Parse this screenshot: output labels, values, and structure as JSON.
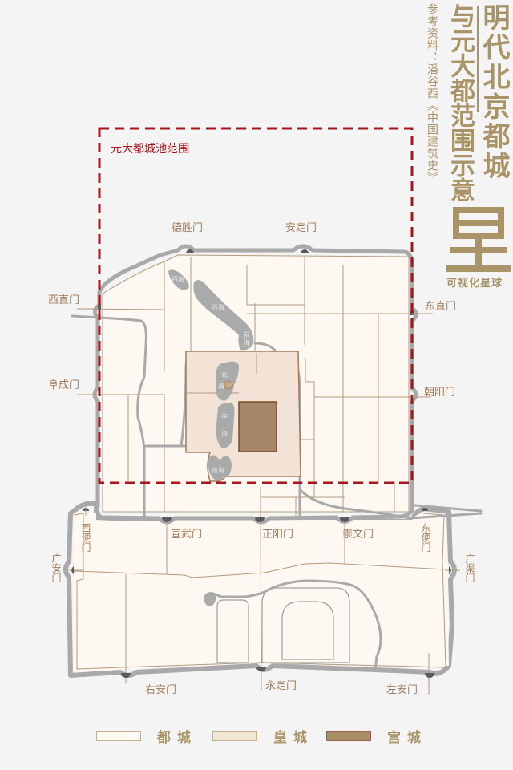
{
  "title": {
    "main": "明代北京都城",
    "sub": "与元大都范围示意",
    "reference": "参考资料：潘谷西《中国建筑史》",
    "brand_glyph": "星",
    "brand_name": "可视化星球"
  },
  "yuan_dadu": {
    "label": "元大都城池范围",
    "color": "#a8161b"
  },
  "gates": {
    "desheng": "德胜门",
    "anding": "安定门",
    "xizhi": "西直门",
    "dongzhi": "东直门",
    "fucheng": "阜成门",
    "chaoyang": "朝阳门",
    "xuanwu": "宣武门",
    "zhengyang": "正阳门",
    "chongwen": "崇文门",
    "xibian": "西便门",
    "dongbian": "东便门",
    "guangan": "广安门",
    "guangqu": "广渠门",
    "youan": "右安门",
    "yongding": "永定门",
    "zuoan": "左安门"
  },
  "lakes": {
    "xihai": "西海",
    "houhai": "后海",
    "qianhai_1": "前",
    "qianhai_2": "海",
    "beihai_1": "北",
    "beihai_2": "海",
    "zhonghai_1": "中",
    "zhonghai_2": "海",
    "nanhai": "南海"
  },
  "legend": [
    {
      "label": "都城",
      "fill": "#fdf8f2",
      "stroke": "#c4b08a"
    },
    {
      "label": "皇城",
      "fill": "#f2e6d4",
      "stroke": "#c4b08a"
    },
    {
      "label": "宫城",
      "fill": "#a89066",
      "stroke": "#a0605a"
    }
  ],
  "colors": {
    "background": "#f4f4f4",
    "capital_fill": "#fdf8f2",
    "imperial_fill": "#f2e3d6",
    "palace_fill": "#a58668",
    "palace_stroke": "#7a4a26",
    "road": "#b59a7c",
    "water": "#a9abaa",
    "wall": "#9c9c9c",
    "accent_gold": "#a89466"
  }
}
